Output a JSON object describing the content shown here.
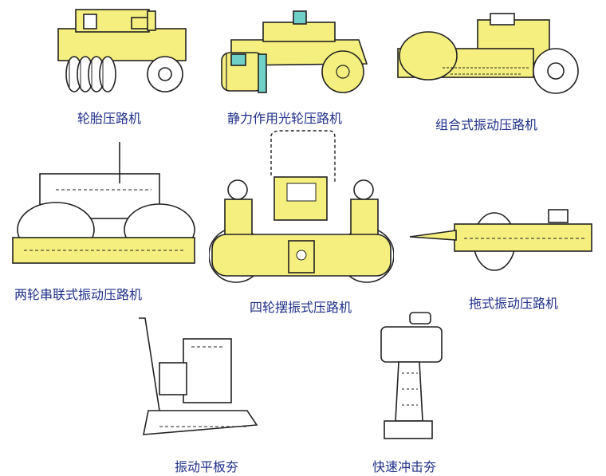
{
  "colors": {
    "body": "#f4ef7e",
    "accent": "#6fd0c8",
    "outline": "#222222",
    "caption": "#1f2f8a"
  },
  "machines": [
    {
      "id": "pneumatic-tire-roller",
      "caption": "轮胎压路机"
    },
    {
      "id": "static-smooth-roller",
      "caption": "静力作用光轮压路机"
    },
    {
      "id": "combined-vibratory-roller",
      "caption": "组合式振动压路机"
    },
    {
      "id": "tandem-vibratory-roller",
      "caption": "两轮串联式振动压路机"
    },
    {
      "id": "four-wheel-oscillating-roller",
      "caption": "四轮摆振式压路机"
    },
    {
      "id": "towed-vibratory-roller",
      "caption": "拖式振动压路机"
    },
    {
      "id": "vibrating-plate-compactor",
      "caption": "振动平板夯"
    },
    {
      "id": "rapid-impact-rammer",
      "caption": "快速冲击夯"
    }
  ]
}
